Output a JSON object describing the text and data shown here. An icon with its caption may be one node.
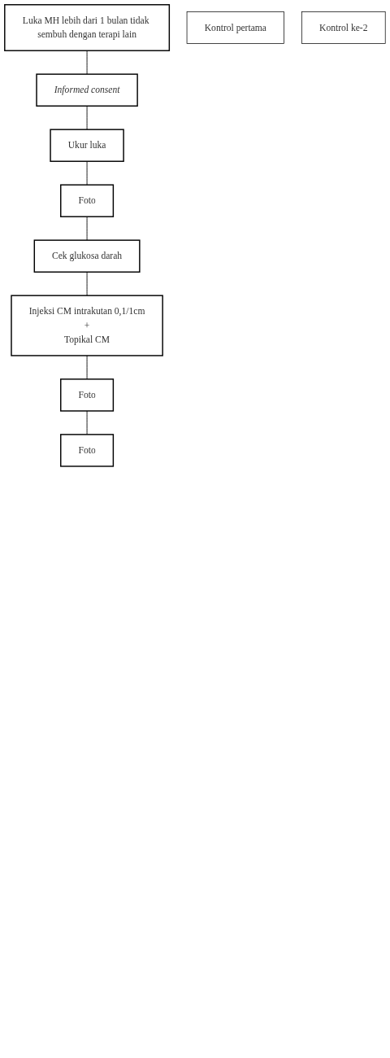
{
  "diagram": {
    "nodes": [
      {
        "text": [
          "Luka MH lebih dari 1 bulan tidak sembuh dengan terapi lain"
        ]
      },
      {
        "text": [
          "Informed consent"
        ]
      },
      {
        "text": [
          "Ukur luka"
        ]
      },
      {
        "text": [
          "Foto"
        ]
      },
      {
        "text": [
          "Cek glukosa darah"
        ]
      },
      {
        "text": [
          "Injeksi CM intrakutan 0,1/1cm",
          "+",
          "Topikal CM"
        ]
      },
      {
        "text": [
          "Kontrol pertama"
        ]
      },
      {
        "text": [
          "Foto"
        ]
      },
      {
        "text": [
          "Kontrol ke-2"
        ]
      },
      {
        "text": [
          "Foto"
        ]
      }
    ],
    "edges": [
      {
        "from": 0,
        "to": 1,
        "arrow": "none"
      },
      {
        "from": 1,
        "to": 2,
        "arrow": "none"
      },
      {
        "from": 2,
        "to": 3,
        "arrow": "none"
      },
      {
        "from": 3,
        "to": 4,
        "arrow": "none"
      },
      {
        "from": 4,
        "to": 5,
        "arrow": "none"
      },
      {
        "from": 5,
        "to": 7,
        "arrow": "none"
      },
      {
        "from": 7,
        "to": 9,
        "arrow": "none"
      }
    ]
  }
}
